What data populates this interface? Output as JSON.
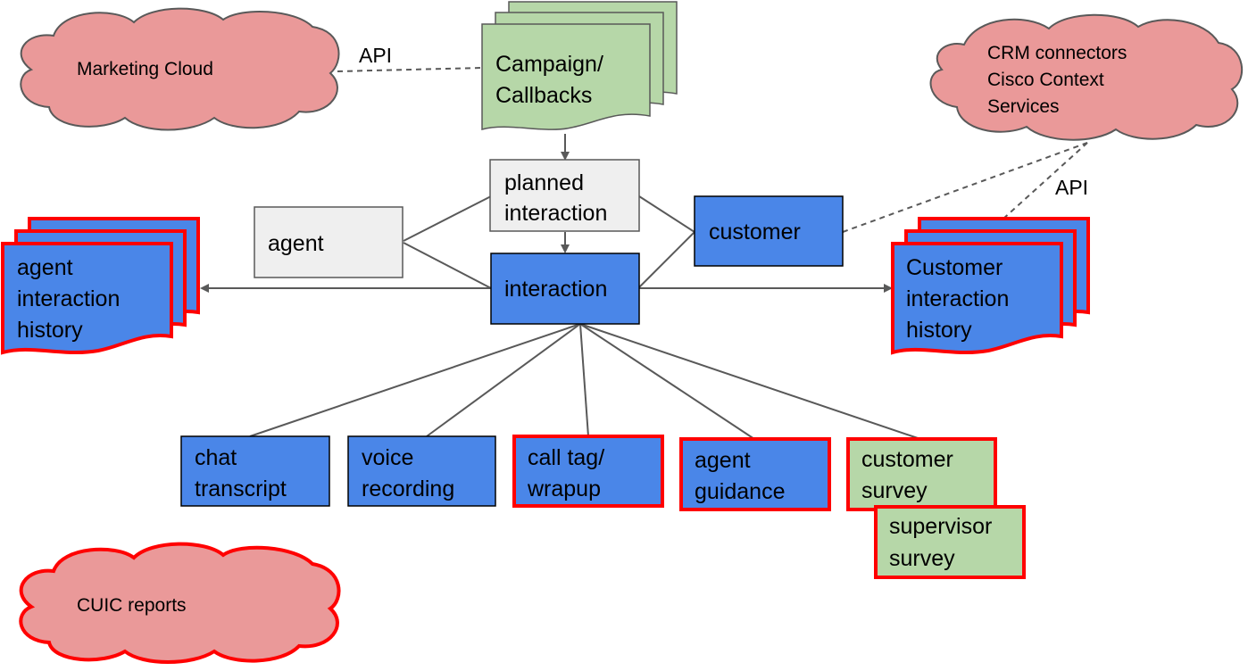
{
  "clouds": {
    "marketing": "Marketing Cloud",
    "crm": [
      "CRM connectors",
      "Cisco Context",
      "Services"
    ],
    "cuic": "CUIC reports"
  },
  "edge_labels": {
    "api_marketing": "API",
    "api_crm": "API"
  },
  "nodes": {
    "campaign": [
      "Campaign/",
      "Callbacks"
    ],
    "planned_interaction": [
      "planned",
      "interaction"
    ],
    "agent": "agent",
    "customer": "customer",
    "interaction": "interaction",
    "agent_history": [
      "agent",
      "interaction",
      "history"
    ],
    "customer_history": [
      "Customer",
      "interaction",
      "history"
    ],
    "chat_transcript": [
      "chat",
      "transcript"
    ],
    "voice_recording": [
      "voice",
      "recording"
    ],
    "call_tag": [
      "call tag/",
      "wrapup"
    ],
    "agent_guidance": [
      "agent",
      "guidance"
    ],
    "customer_survey": [
      "customer",
      "survey"
    ],
    "supervisor_survey": [
      "supervisor",
      "survey"
    ]
  },
  "colors": {
    "blue": "#4a86e8",
    "green": "#b6d7a8",
    "gray": "#efefef",
    "pink": "#ea9999",
    "red_border": "#ff0000",
    "line": "#595959"
  }
}
